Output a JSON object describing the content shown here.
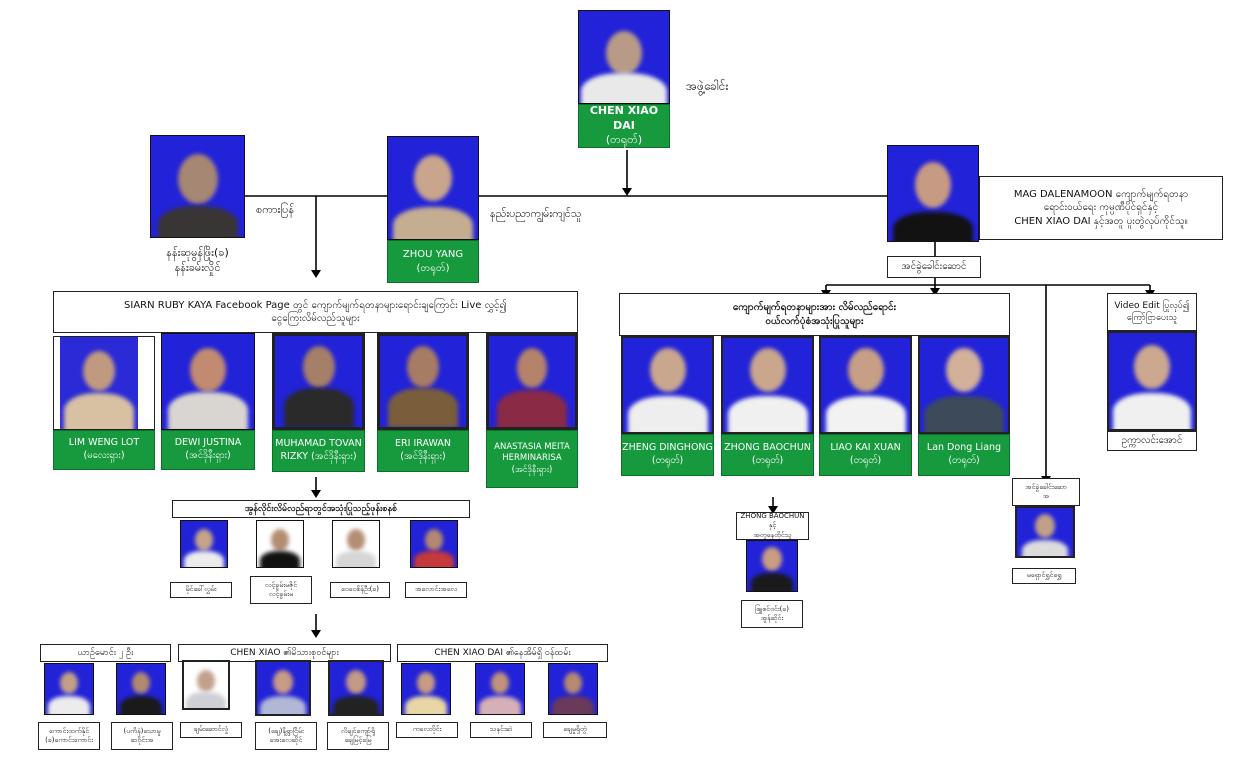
{
  "top": {
    "name": "CHEN XIAO DAI",
    "role": "(တရုတ်)",
    "side_label": "အဖွဲ့ခေါင်း"
  },
  "left_leader": {
    "label": "နန်းဆုမွန်ဖြိုး(ခ)\nနန်းခမ်းလှိုင်"
  },
  "zhou": {
    "name": "ZHOU YANG",
    "role": "(တရုတ်)"
  },
  "mag": {
    "label": "MAG DALENAMOON ကျောက်မျက်ရတနာ\nရောင်းဝယ်ရေး ကုမ္ပဏီပိုင်ရှင်နှင့်\nCHEN XIAO DAI နှင့်အတူ ပူးတွဲလုပ်ကိုင်သူ။"
  },
  "link_labels": {
    "interpreter": "စကားပြန်",
    "technical": "နည်းပညာကျွမ်းကျင်သူ",
    "team_leader": "အင်ခွဲခေါင်းဆောင်"
  },
  "live_group": {
    "header": "SIARN RUBY KAYA Facebook Page တွင် ကျောက်မျက်ရတနာများရောင်းချကြောင်း Live လွှင့်၍\nငွေကြေးလိမ်လည်သူများ",
    "members": [
      {
        "name": "LIM WENG LOT",
        "role": "(မလေးရှား)"
      },
      {
        "name": "DEWI JUSTINA",
        "role": "(အင်ဒိုနီးရှား)"
      },
      {
        "name": "MUHAMAD TOVAN\nRIZKY (အင်ဒိုနီးရှား)",
        "role": ""
      },
      {
        "name": "ERI IRAWAN",
        "role": "(အင်ဒိုနီးရှား)"
      },
      {
        "name": "ANASTASIA MEITA\nHERMINARISA",
        "role": "(အင်ဒိုနီးရှား)"
      }
    ]
  },
  "sub_group_1": {
    "header": "အွန်လိုင်းလိမ်လည်ရာတွင်အသုံးပြုသည့်ဖုန်းစနစ်",
    "members": [
      "မိုင်ခေါ်လွှမ်း",
      "လင့်ခွမ်းမဇိုင်\nလင့်ခွမ်းမ",
      "ဝေဝေစိန်ဦး(ခ)",
      "အလောင်းအလေ"
    ]
  },
  "sub_groups_bottom": [
    {
      "header": "ယာဉ်မောင်း ၂ ဦး",
      "members": [
        "ကောင်းထက်နိုင်\n(ခ)ကောင်းကောင်း",
        "(ပကိနဲ)သောမူ\nဆဝိုင်းအ"
      ]
    },
    {
      "header": "CHEN XIAO ၏မိသားစုဝင်များ",
      "members": [
        "ချမ်းဆောင်လှုံ",
        "(ချေ)နိရ္လာငြိမ်း\nအေးလေဆိုင်",
        "လိချင်ကျော်ရှိ\nချေမြင့်မြေ"
      ]
    },
    {
      "header": "CHEN XIAO DAI ၏နေအိမ်ရှိ ဝန်ထမ်း",
      "members": [
        "ကလေးဝိုင်း",
        "သနင်းဆဲ",
        "ချေမှုရှိတွဲ"
      ]
    }
  ],
  "job_group": {
    "header": "ကျောက်မျက်ရတနာများအား လိမ်လည်ရောင်း\nဝယ်လက်ပုံစံအသုံးပြုသူများ",
    "members": [
      {
        "name": "ZHENG DINGHONG",
        "role": "(တရုတ်)"
      },
      {
        "name": "ZHONG BAOCHUN",
        "role": "(တရုတ်)"
      },
      {
        "name": "LIAO KAI XUAN",
        "role": "(တရုတ်)"
      },
      {
        "name": "Lan Dong Liang",
        "role": "(တရုတ်)"
      }
    ]
  },
  "zhong_partner": {
    "header": "ZHONG BAOCHUN နှင့်\nအတူနေထိုင်သူ",
    "label": "ဖြူစင်ဝင်း(ခ)\nအွန်ဆိုင်း"
  },
  "video_editor": {
    "header": "Video Edit ပြုလုပ်၍\nကြော်ငြာပေးသူ",
    "label": "ဥက္ကာလင်းအောင်"
  },
  "assistant": {
    "header": "အင်ခွဲခေါင်းဆော\nအ",
    "label": "မရှောင်ရွှင်ရွှေ"
  }
}
